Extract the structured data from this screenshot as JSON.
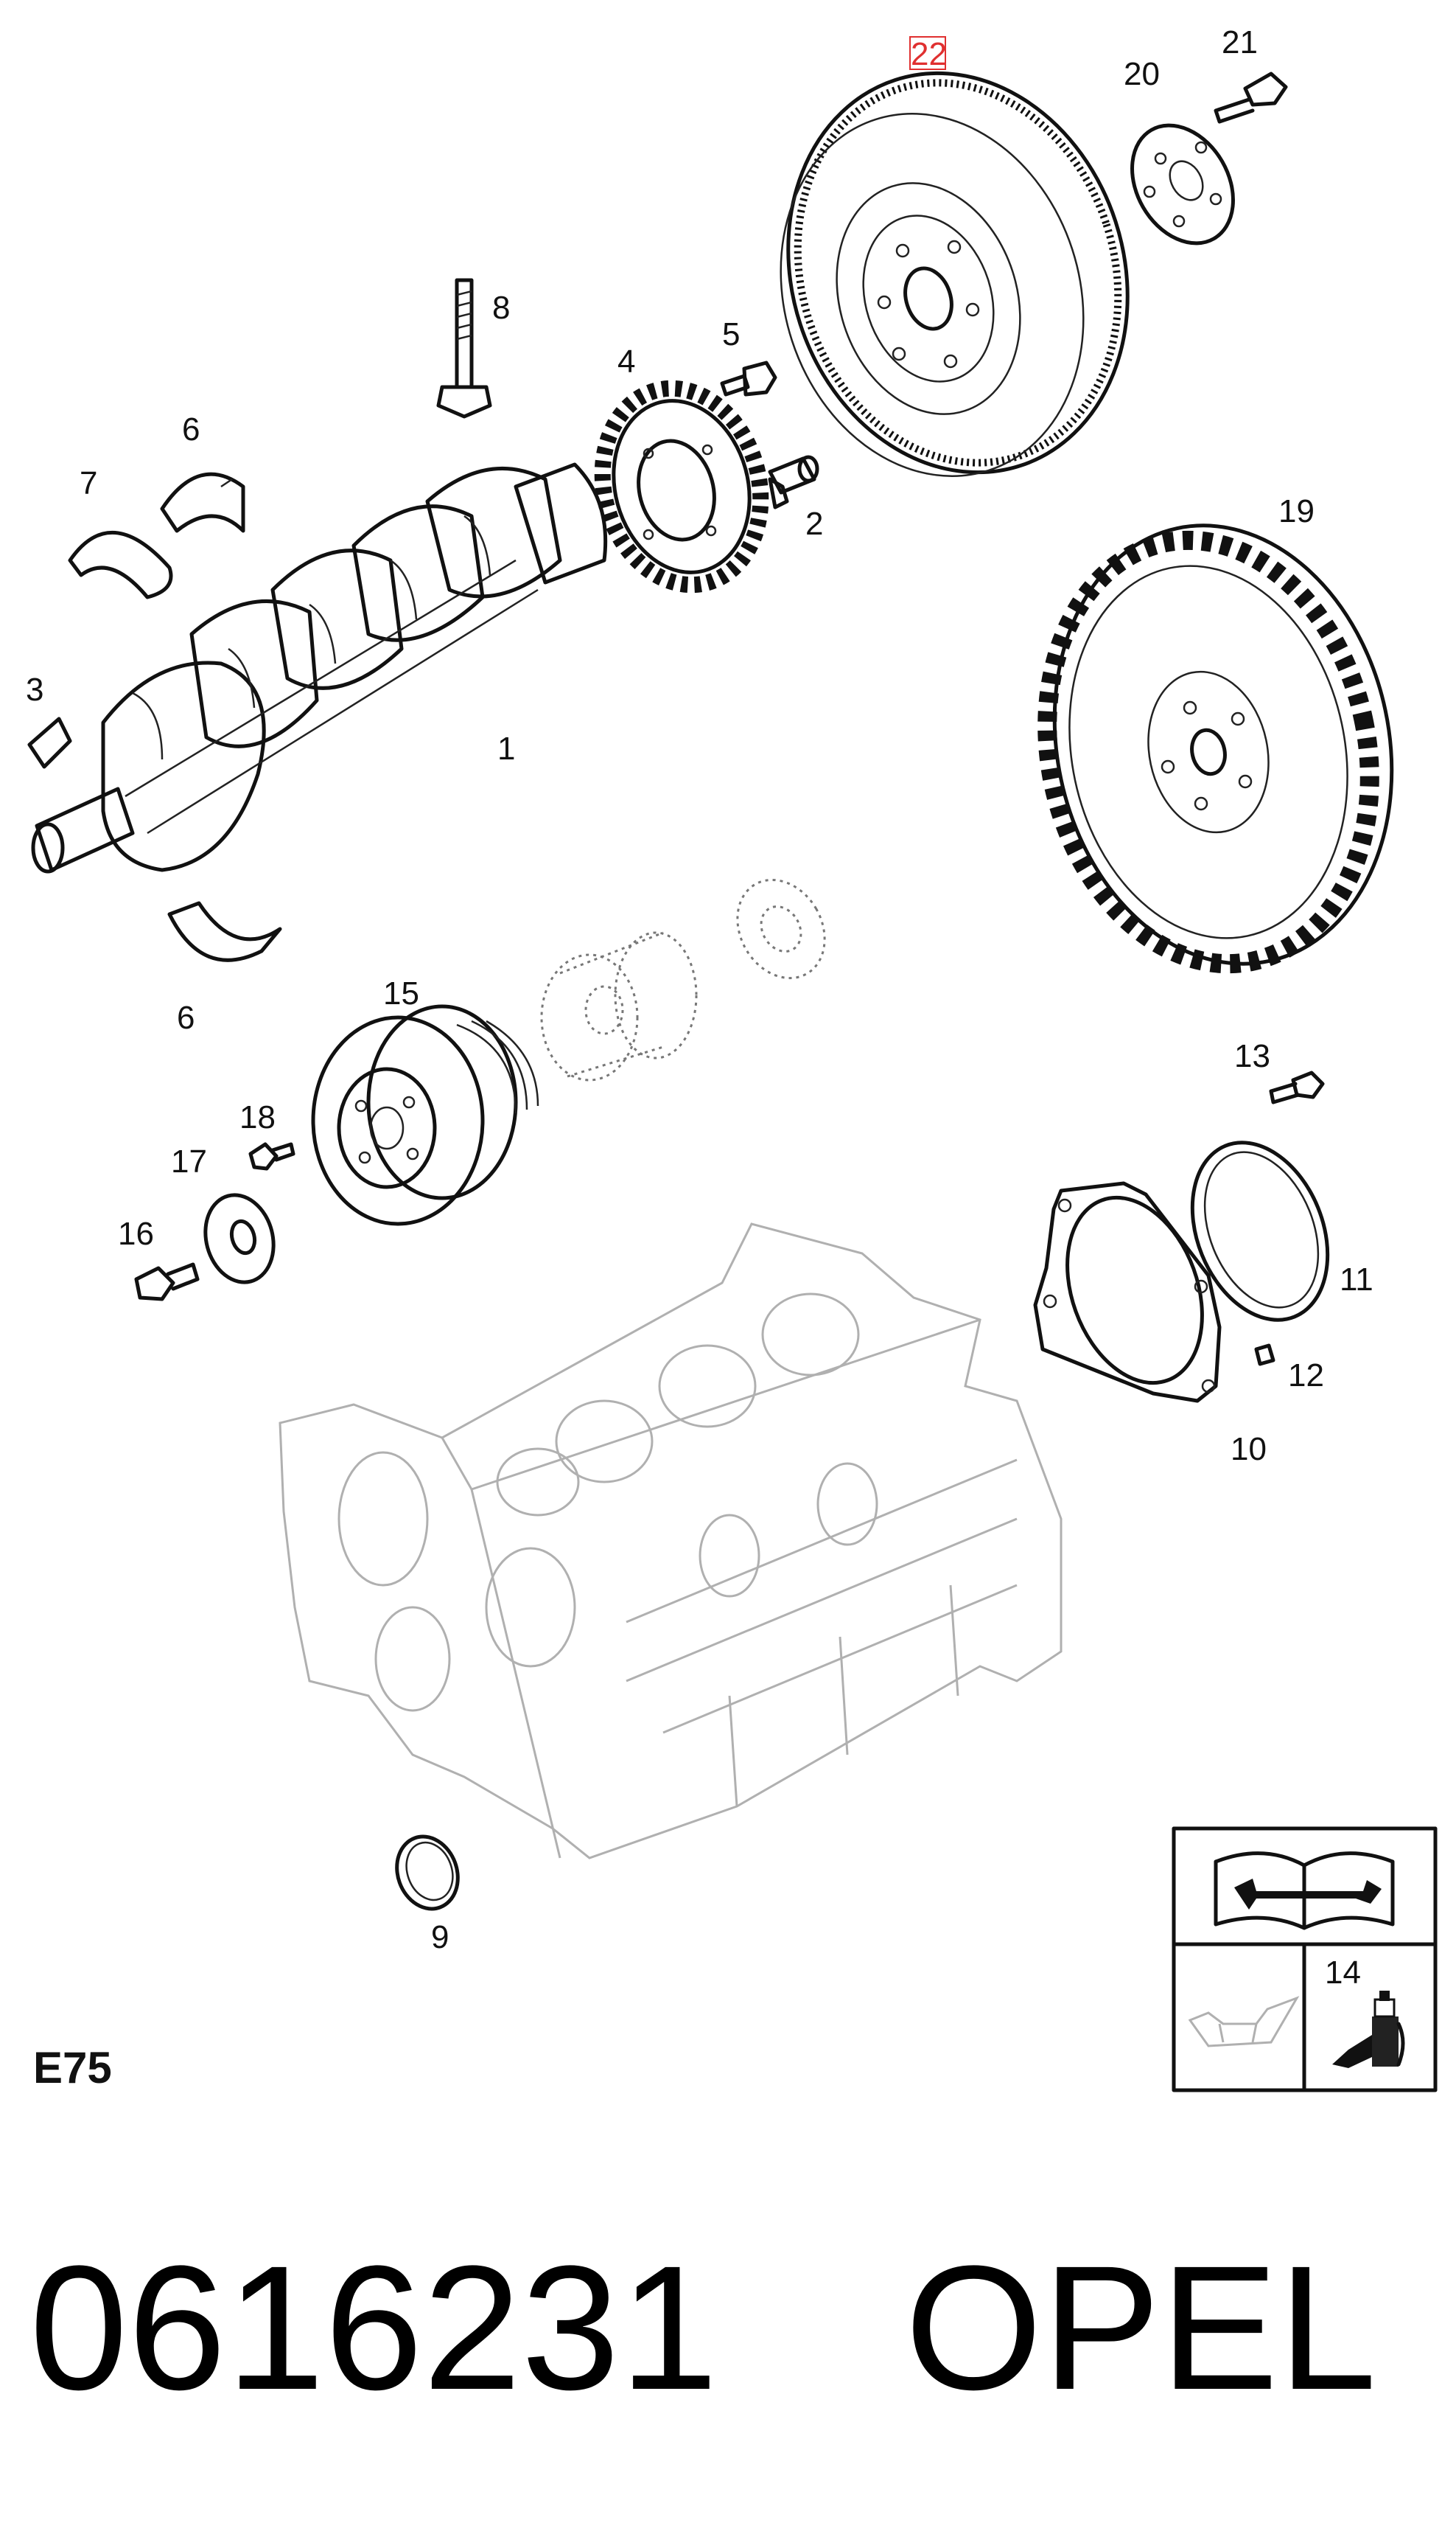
{
  "diagram_code": "E75",
  "part_number": "0616231",
  "brand": "OPEL",
  "callouts": {
    "c1": "1",
    "c2": "2",
    "c3": "3",
    "c4": "4",
    "c5": "5",
    "c6a": "6",
    "c6b": "6",
    "c7": "7",
    "c8": "8",
    "c9": "9",
    "c10": "10",
    "c11": "11",
    "c12": "12",
    "c13": "13",
    "c14": "14",
    "c15": "15",
    "c16": "16",
    "c17": "17",
    "c18": "18",
    "c19": "19",
    "c20": "20",
    "c21": "21",
    "c22": "22"
  },
  "highlight_color": "#e03030",
  "legend_icons": [
    "manual-wrench-icon",
    "oil-can-icon",
    "sealant-tube-icon"
  ]
}
